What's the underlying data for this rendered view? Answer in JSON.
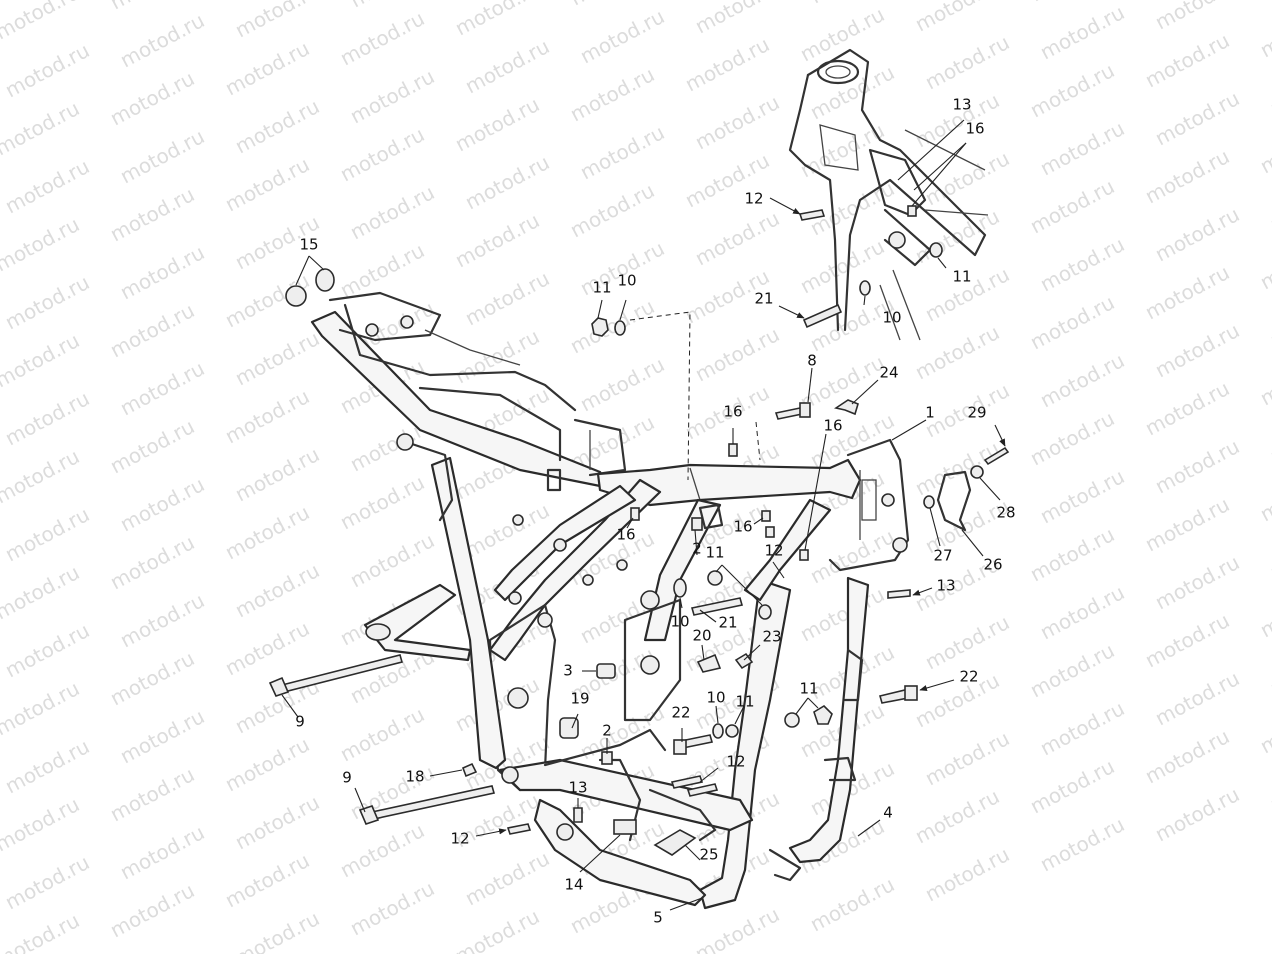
{
  "watermark": {
    "text": "motod.ru"
  },
  "callouts": [
    {
      "id": "c1",
      "text": "1"
    },
    {
      "id": "c2a",
      "text": "2"
    },
    {
      "id": "c2b",
      "text": "2"
    },
    {
      "id": "c3",
      "text": "3"
    },
    {
      "id": "c4",
      "text": "4"
    },
    {
      "id": "c5",
      "text": "5"
    },
    {
      "id": "c8",
      "text": "8"
    },
    {
      "id": "c9a",
      "text": "9"
    },
    {
      "id": "c9b",
      "text": "9"
    },
    {
      "id": "c10a",
      "text": "10"
    },
    {
      "id": "c10b",
      "text": "10"
    },
    {
      "id": "c10c",
      "text": "10"
    },
    {
      "id": "c10d",
      "text": "10"
    },
    {
      "id": "c11a",
      "text": "11"
    },
    {
      "id": "c11b",
      "text": "11"
    },
    {
      "id": "c11c",
      "text": "11"
    },
    {
      "id": "c11d",
      "text": "11"
    },
    {
      "id": "c11e",
      "text": "11"
    },
    {
      "id": "c12a",
      "text": "12"
    },
    {
      "id": "c12b",
      "text": "12"
    },
    {
      "id": "c12c",
      "text": "12"
    },
    {
      "id": "c12d",
      "text": "12"
    },
    {
      "id": "c13a",
      "text": "13"
    },
    {
      "id": "c13b",
      "text": "13"
    },
    {
      "id": "c13c",
      "text": "13"
    },
    {
      "id": "c14",
      "text": "14"
    },
    {
      "id": "c15",
      "text": "15"
    },
    {
      "id": "c16a",
      "text": "16"
    },
    {
      "id": "c16b",
      "text": "16"
    },
    {
      "id": "c16c",
      "text": "16"
    },
    {
      "id": "c16d",
      "text": "16"
    },
    {
      "id": "c16e",
      "text": "16"
    },
    {
      "id": "c18",
      "text": "18"
    },
    {
      "id": "c19",
      "text": "19"
    },
    {
      "id": "c20",
      "text": "20"
    },
    {
      "id": "c21a",
      "text": "21"
    },
    {
      "id": "c21b",
      "text": "21"
    },
    {
      "id": "c22a",
      "text": "22"
    },
    {
      "id": "c22b",
      "text": "22"
    },
    {
      "id": "c23",
      "text": "23"
    },
    {
      "id": "c24",
      "text": "24"
    },
    {
      "id": "c25",
      "text": "25"
    },
    {
      "id": "c26",
      "text": "26"
    },
    {
      "id": "c27",
      "text": "27"
    },
    {
      "id": "c28",
      "text": "28"
    },
    {
      "id": "c29",
      "text": "29"
    }
  ]
}
